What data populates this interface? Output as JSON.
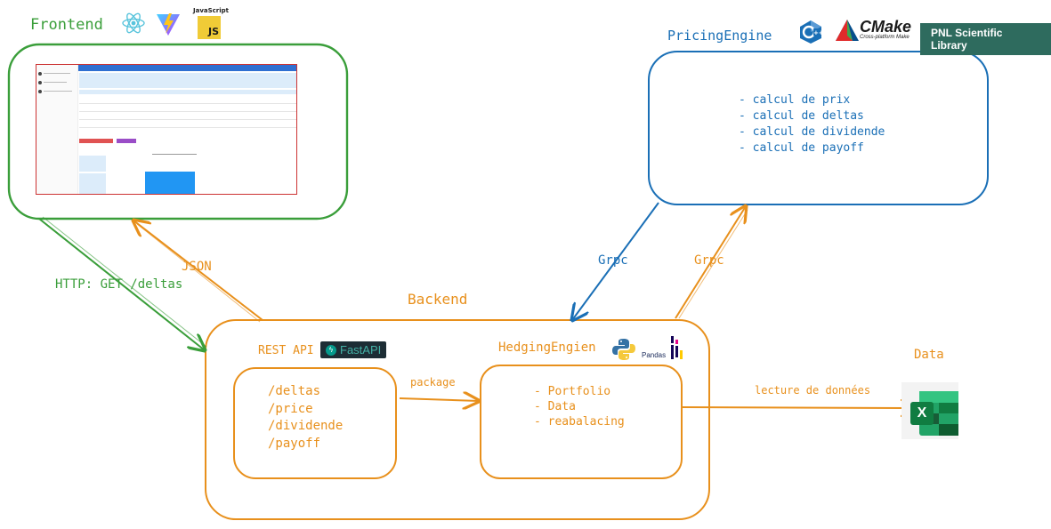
{
  "frontend": {
    "title": "Frontend",
    "logos": [
      "react-icon",
      "vite-icon",
      "javascript-icon"
    ],
    "js_caption": "JavaScript",
    "js_badge": "JS"
  },
  "pricing_engine": {
    "title": "PricingEngine",
    "items": [
      "- calcul de prix",
      "- calcul de deltas",
      "- calcul de dividende",
      "- calcul de payoff"
    ],
    "logos": [
      "cpp-icon",
      "cmake-icon"
    ],
    "cmake_label": "CMake",
    "cmake_sub": "Cross-platform Make",
    "pnl_label": "PNL Scientific Library"
  },
  "backend": {
    "title": "Backend",
    "rest_api": {
      "title": "REST API",
      "badge": "FastAPI",
      "routes": [
        "/deltas",
        "/price",
        "/dividende",
        "/payoff"
      ]
    },
    "hedging_engine": {
      "title": "HedgingEngien",
      "items": [
        "- Portfolio",
        "- Data",
        "- reabalacing"
      ],
      "logos": [
        "python-icon",
        "pandas-icon"
      ],
      "pandas_label": "Pandas"
    },
    "package_label": "package"
  },
  "data": {
    "title": "Data",
    "icon": "excel-icon",
    "excel_letter": "X"
  },
  "connections": {
    "http_label": "HTTP: GET /deltas",
    "json_label": "JSON",
    "grpc_left_label": "Grpc",
    "grpc_right_label": "Grpc",
    "read_data_label": "lecture de données"
  },
  "colors": {
    "green": "#3a9e3a",
    "blue": "#1a6fb6",
    "orange": "#e8901c"
  }
}
